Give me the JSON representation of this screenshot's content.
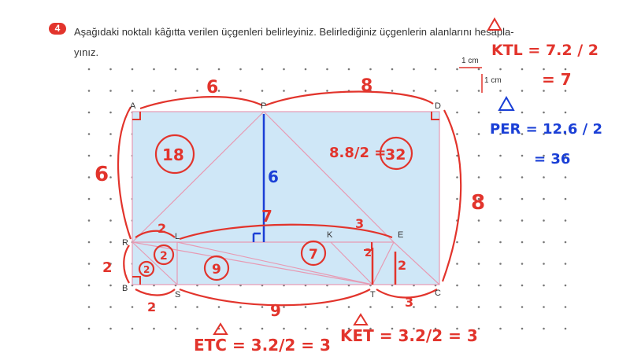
{
  "question": {
    "number": "4",
    "line1": "Aşağıdaki noktalı kâğıtta verilen üçgenleri belirleyiniz. Belirlediğiniz üçgenlerin alanlarını hesapla-",
    "line2": "yınız."
  },
  "unit_labels": {
    "horizontal": "1 cm",
    "vertical": "1 cm"
  },
  "points": [
    "A",
    "P",
    "D",
    "R",
    "L",
    "K",
    "E",
    "B",
    "S",
    "T",
    "C"
  ],
  "annotations": {
    "top_left_len": "6",
    "top_right_len": "8",
    "left_len": "6",
    "right_len": "8",
    "pp_height": "6",
    "pp_seven": "7",
    "area_left": "18",
    "area_right_formula": "8.8/2 =",
    "area_right": "32",
    "rl_len": "2",
    "ke_len": "3",
    "rb_len": "2",
    "bs_len": "2",
    "st_len": "9",
    "tc_len": "3",
    "e_height": "2",
    "circle_2a": "2",
    "circle_2b": "2",
    "circle_9": "9",
    "circle_7": "7",
    "side_small_2": "2"
  },
  "formulas": {
    "ktl": "KTL = 7.2 / 2",
    "ktl_result": "= 7",
    "per": "PER = 12.6 / 2",
    "per_result": "= 36",
    "etc": "ETC = 3.2/2 = 3",
    "ket": "KET = 3.2/2 = 3"
  },
  "colors": {
    "accent_red": "#e2342c",
    "pen_blue": "#1a3fd6",
    "fill_blue": "#cfe7f7",
    "pink_line": "#e79ab3"
  }
}
